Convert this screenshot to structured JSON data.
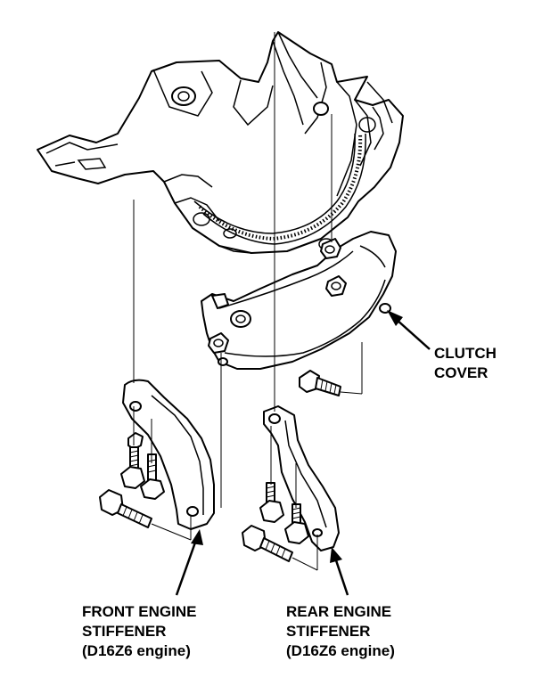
{
  "labels": {
    "clutch_cover": [
      "CLUTCH",
      "COVER"
    ],
    "front_stiffener": [
      "FRONT ENGINE",
      "STIFFENER",
      "(D16Z6 engine)"
    ],
    "rear_stiffener": [
      "REAR ENGINE",
      "STIFFENER",
      "(D16Z6 engine)"
    ]
  }
}
